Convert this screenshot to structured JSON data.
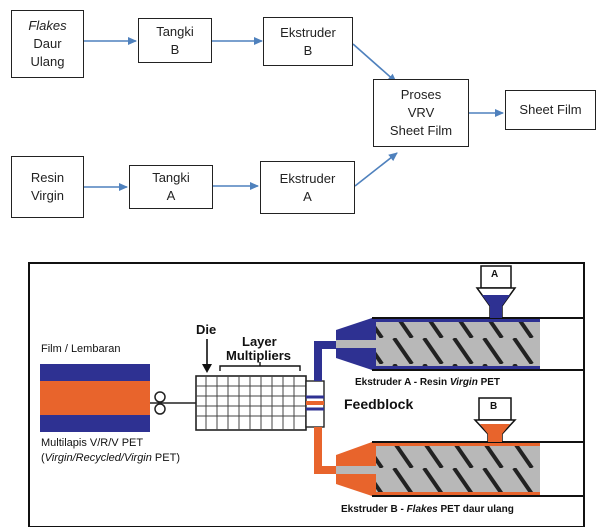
{
  "flow": {
    "flakes": {
      "line1": "Flakes",
      "line2": "Daur",
      "line3": "Ulang"
    },
    "tangki_b": {
      "line1": "Tangki",
      "line2": "B"
    },
    "ekstruder_b": {
      "line1": "Ekstruder",
      "line2": "B"
    },
    "resin": {
      "line1": "Resin",
      "line2": "Virgin"
    },
    "tangki_a": {
      "line1": "Tangki",
      "line2": "A"
    },
    "ekstruder_a": {
      "line1": "Ekstruder",
      "line2": "A"
    },
    "proses": {
      "line1": "Proses",
      "line2": "VRV",
      "line3": "Sheet Film"
    },
    "sheet_film": "Sheet Film"
  },
  "process": {
    "film_label": "Film / Lembaran",
    "multilapis_line1": "Multilapis V/R/V PET",
    "multilapis_line2_a": "(",
    "multilapis_line2_b": "Virgin/Recycled/Virgin",
    "multilapis_line2_c": " PET)",
    "die": "Die",
    "layer": "Layer",
    "multipliers": "Multipliers",
    "feedblock": "Feedblock",
    "hopper_a": "A",
    "hopper_b": "B",
    "ekstruder_a_pre": "Ekstruder A - Resin ",
    "ekstruder_a_it": "Virgin",
    "ekstruder_a_post": " PET",
    "ekstruder_b_pre": "Ekstruder B - ",
    "ekstruder_b_it": "Flakes",
    "ekstruder_b_post": " PET daur ulang"
  },
  "colors": {
    "arrow": "#4f81bd",
    "blue": "#2e3192",
    "orange": "#e8642c",
    "steel": "#b8b8b8"
  }
}
